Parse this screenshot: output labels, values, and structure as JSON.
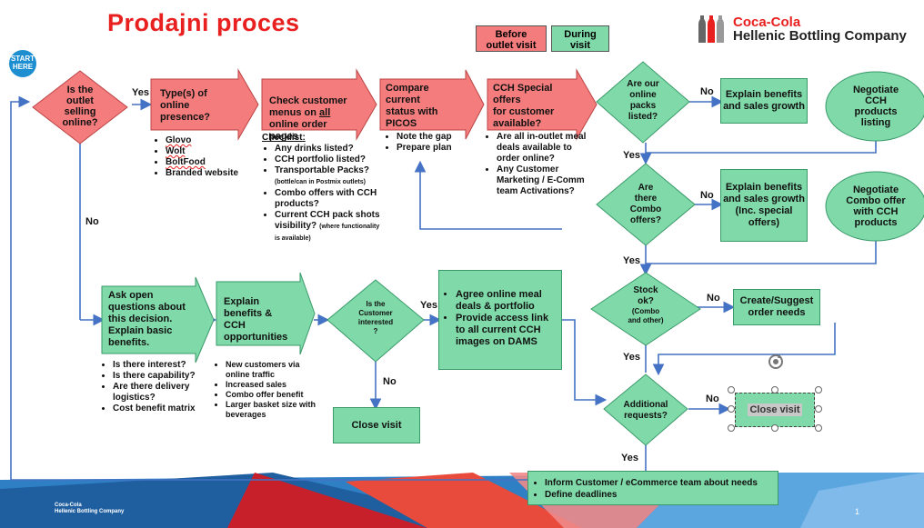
{
  "title": "Prodajni proces",
  "legend": {
    "before": "Before\noutlet visit",
    "during": "During\nvisit"
  },
  "brand": {
    "line1": "Coca-Cola",
    "line2": "Hellenic Bottling Company",
    "footer": "Coca-Cola\nHellenic Bottling Company"
  },
  "start": "START\nHERE",
  "page_number": "1",
  "colors": {
    "red": "#f47c7c",
    "green": "#7fd9a8",
    "title": "#e8201f",
    "arrow": "#4472c4"
  },
  "nodes": {
    "d_selling": "Is the\noutlet\nselling\nonline?",
    "type_presence": "Type(s) of online\npresence?",
    "check_menus_pre": "Check customer\nmenus on ",
    "check_menus_all": "all",
    "check_menus_post": "\nonline order pages",
    "compare": "Compare current\nstatus with\nPICOS",
    "special_offers": "CCH Special offers\nfor customer\navailable?",
    "d_packs": "Are our\nonline\npacks\nlisted?",
    "explain1": "Explain benefits\nand sales growth",
    "negotiate1": "Negotiate\nCCH\nproducts\nlisting",
    "d_combo": "Are\nthere\nCombo\noffers?",
    "explain2": "Explain benefits\nand sales growth\n(Inc. special\noffers)",
    "negotiate2": "Negotiate\nCombo offer\nwith CCH\nproducts",
    "d_stock": "Stock\nok?",
    "d_stock_small": "(Combo\nand other)",
    "create_order": "Create/Suggest\norder needs",
    "d_additional": "Additional\nrequests?",
    "close_visit_sel": "Close visit",
    "ask_open": "Ask open\nquestions about\nthis decision.\nExplain basic\nbenefits.",
    "explain3": "Explain benefits &\nCCH\nopportunities",
    "d_interested": "Is the\nCustomer\ninterested\n?",
    "close_visit": "Close visit",
    "agree": [
      "Agree online meal deals & portfolio",
      "Provide access link to all current CCH images on DAMS"
    ],
    "inform": [
      "Inform Customer / eCommerce team about needs",
      "Define deadlines"
    ]
  },
  "notes": {
    "platforms": [
      "Glovo",
      "Wolt",
      "BoltFood",
      "Branded website"
    ],
    "checklist_title": "Checklist:",
    "checklist": [
      {
        "text": "Any drinks listed?"
      },
      {
        "text": "CCH portfolio listed?"
      },
      {
        "text": "Transportable Packs?",
        "small": "(bottle/can in Postmix outlets)"
      },
      {
        "text": "Combo offers with CCH products?"
      },
      {
        "text": "Current CCH pack shots visibility?",
        "small": "(where functionality is available)"
      }
    ],
    "gap": [
      "Note the gap",
      "Prepare plan"
    ],
    "offers": [
      "Are all in-outlet meal deals available to order online?",
      "Any Customer Marketing / E-Comm team Activations?"
    ],
    "interest": [
      "Is there interest?",
      "Is there capability?",
      "Are there delivery logistics?",
      "Cost benefit matrix"
    ],
    "benefits": [
      "New customers via online traffic",
      "Increased sales",
      "Combo offer benefit",
      "Larger basket size with beverages"
    ]
  },
  "labels": {
    "yes": "Yes",
    "no": "No"
  }
}
